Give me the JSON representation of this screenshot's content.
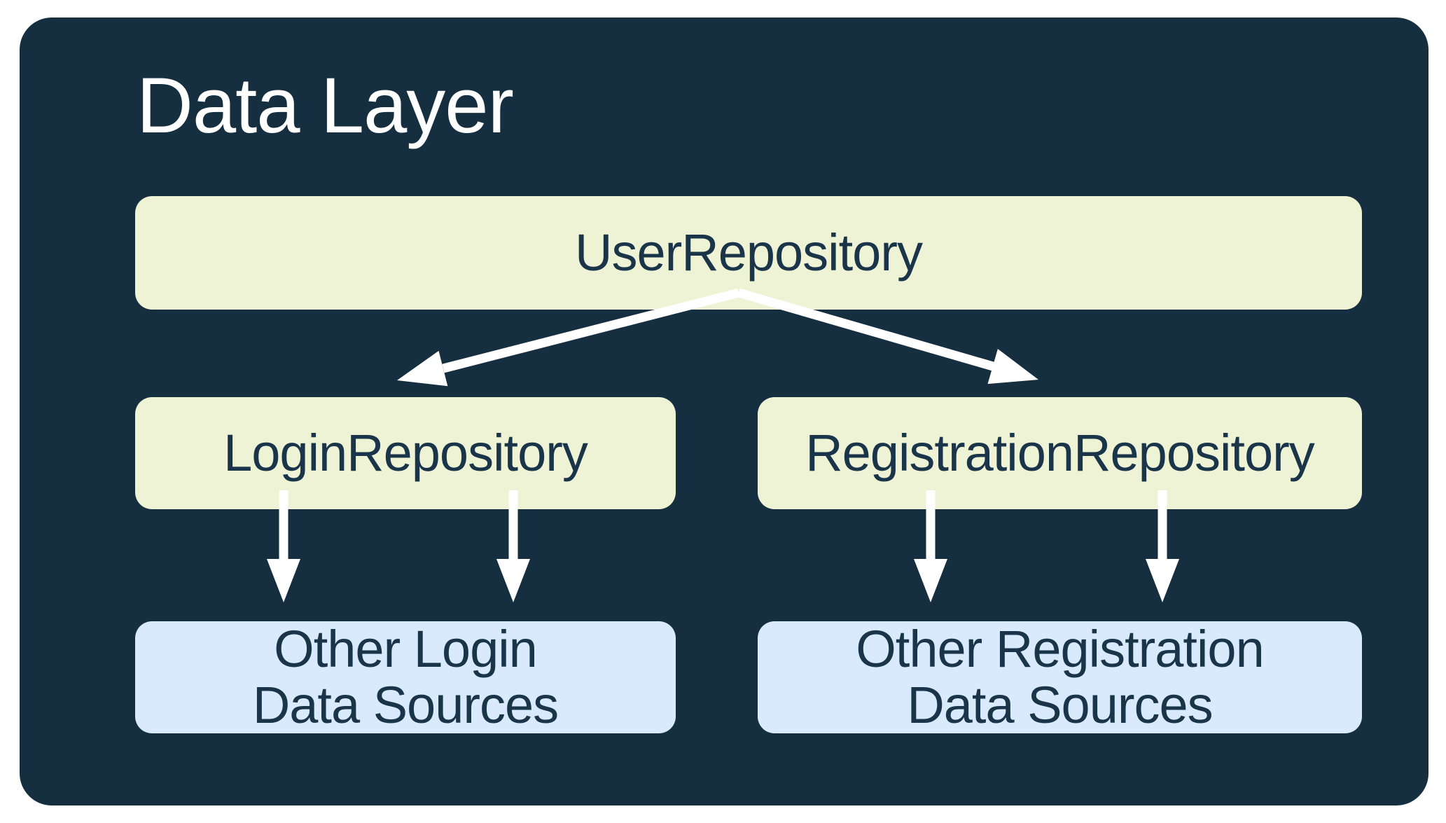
{
  "title": "Data Layer",
  "colors": {
    "page_bg": "#FFFFFF",
    "container_bg": "#152E40",
    "repo_box_bg": "#EDF3D4",
    "source_box_bg": "#D8EAFB",
    "box_text": "#1A3449",
    "title_text": "#FFFFFF",
    "arrow": "#FFFFFF"
  },
  "nodes": {
    "user_repository": {
      "label": "UserRepository"
    },
    "login_repository": {
      "label": "LoginRepository"
    },
    "registration_repository": {
      "label": "RegistrationRepository"
    },
    "other_login_sources": {
      "line1": "Other Login",
      "line2": "Data Sources"
    },
    "other_registration_sources": {
      "line1": "Other Registration",
      "line2": "Data Sources"
    }
  },
  "edges": [
    {
      "from": "UserRepository",
      "to": "LoginRepository"
    },
    {
      "from": "UserRepository",
      "to": "RegistrationRepository"
    },
    {
      "from": "LoginRepository",
      "to": "Other Login Data Sources"
    },
    {
      "from": "LoginRepository",
      "to": "Other Login Data Sources"
    },
    {
      "from": "RegistrationRepository",
      "to": "Other Registration Data Sources"
    },
    {
      "from": "RegistrationRepository",
      "to": "Other Registration Data Sources"
    }
  ]
}
